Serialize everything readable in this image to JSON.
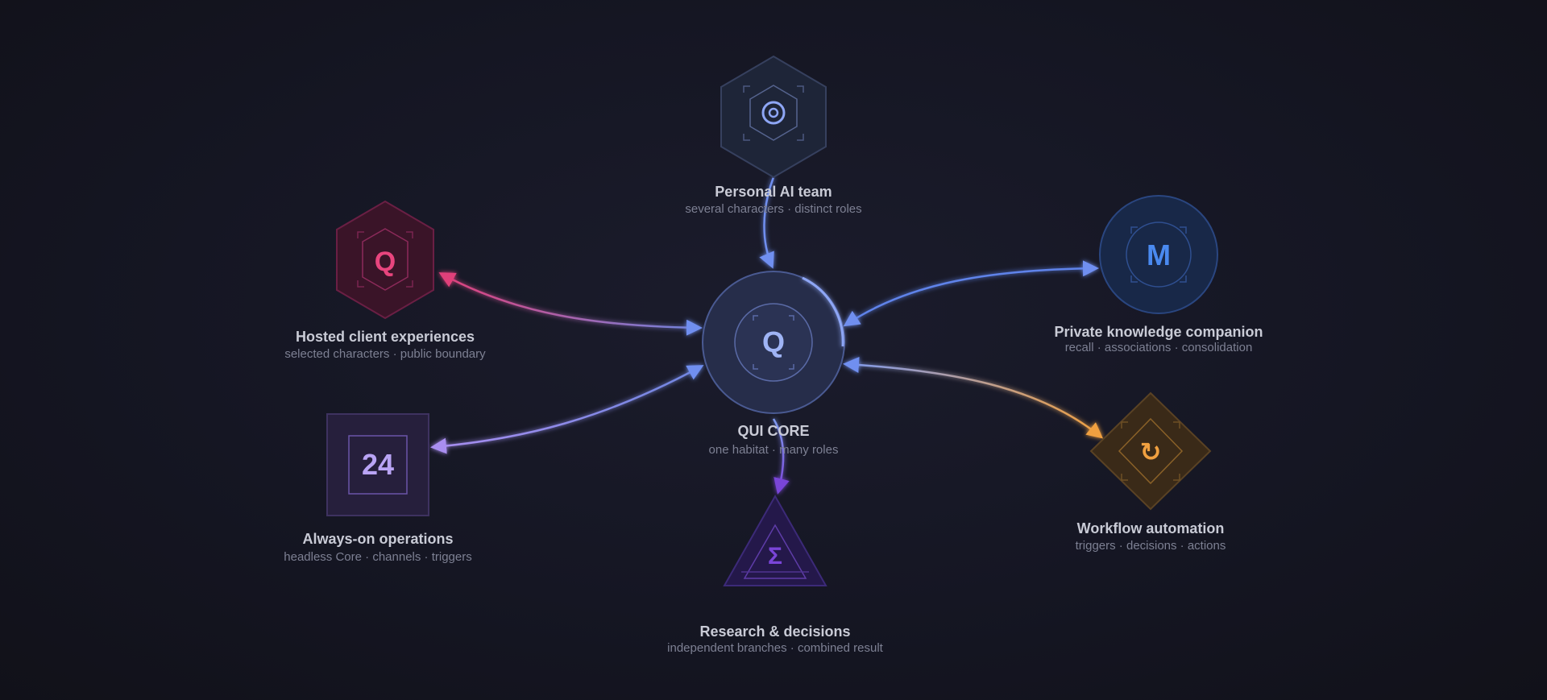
{
  "core": {
    "icon": "q-core-chip-icon",
    "glyph": "Q",
    "title": "QUI CORE",
    "subtitle": "one habitat · many roles",
    "color": "#7f9bf0"
  },
  "nodes": {
    "team": {
      "icon": "target-chip-icon",
      "title": "Personal AI team",
      "subtitle": "several characters · distinct roles",
      "color": "#7f9bf0"
    },
    "hosted": {
      "icon": "q-chip-icon",
      "glyph": "Q",
      "title": "Hosted client experiences",
      "subtitle": "selected characters · public boundary",
      "color": "#e8457e"
    },
    "knowledge": {
      "icon": "m-chip-icon",
      "glyph": "M",
      "title": "Private knowledge companion",
      "subtitle": "recall · associations · consolidation",
      "color": "#3f7ee6"
    },
    "operations": {
      "icon": "24-chip-icon",
      "glyph": "24",
      "title": "Always-on operations",
      "subtitle": "headless Core · channels · triggers",
      "color": "#a98ef0"
    },
    "workflow": {
      "icon": "refresh-chip-icon",
      "glyph": "↻",
      "title": "Workflow automation",
      "subtitle": "triggers · decisions · actions",
      "color": "#f0a040"
    },
    "research": {
      "icon": "sigma-chip-icon",
      "glyph": "Σ",
      "title": "Research & decisions",
      "subtitle": "independent branches · combined result",
      "color": "#7a45d8"
    }
  }
}
